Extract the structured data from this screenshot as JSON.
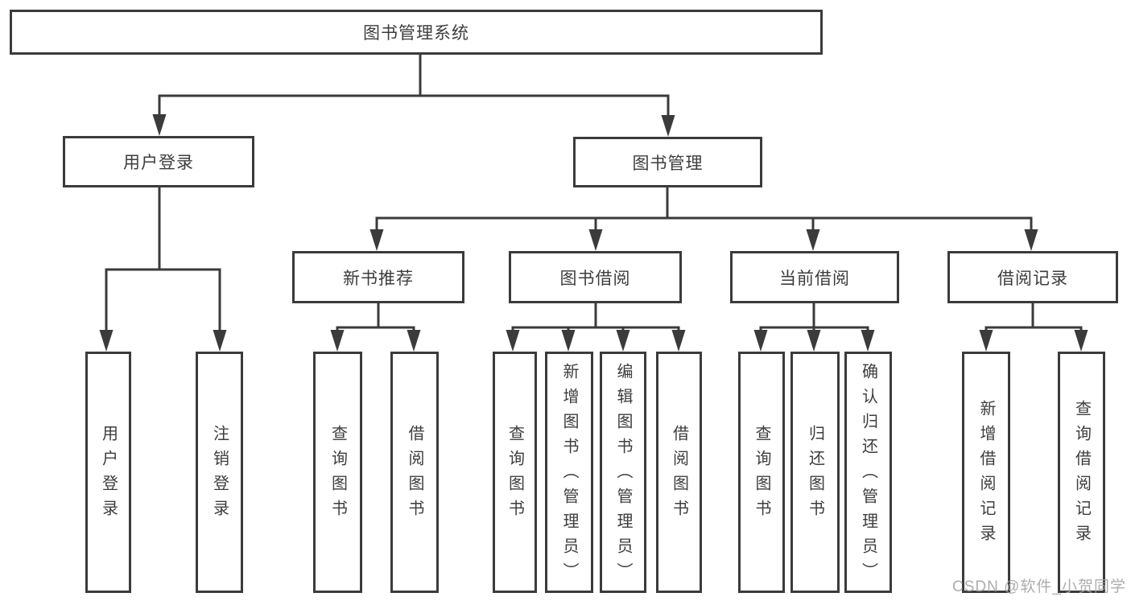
{
  "diagram": {
    "title": "图书管理系统",
    "level2": {
      "user_login": "用户登录",
      "book_mgmt": "图书管理"
    },
    "level3": {
      "new_books": "新书推荐",
      "book_borrow": "图书借阅",
      "current_borrow": "当前借阅",
      "borrow_records": "借阅记录"
    },
    "leaves": {
      "user_login": [
        "用户登录",
        "注销登录"
      ],
      "new_books": [
        "查询图书",
        "借阅图书"
      ],
      "book_borrow": [
        "查询图书",
        "新增图书（管理员）",
        "编辑图书（管理员）",
        "借阅图书"
      ],
      "current_borrow": [
        "查询图书",
        "归还图书",
        "确认归还（管理员）"
      ],
      "borrow_records": [
        "新增借阅记录",
        "查询借阅记录"
      ]
    },
    "watermark": "CSDN @软件_小贺同学",
    "colors": {
      "line": "#3b3b3b",
      "text": "#3d3d3d",
      "watermark": "#a4a4a4",
      "background": "#ffffff"
    }
  }
}
